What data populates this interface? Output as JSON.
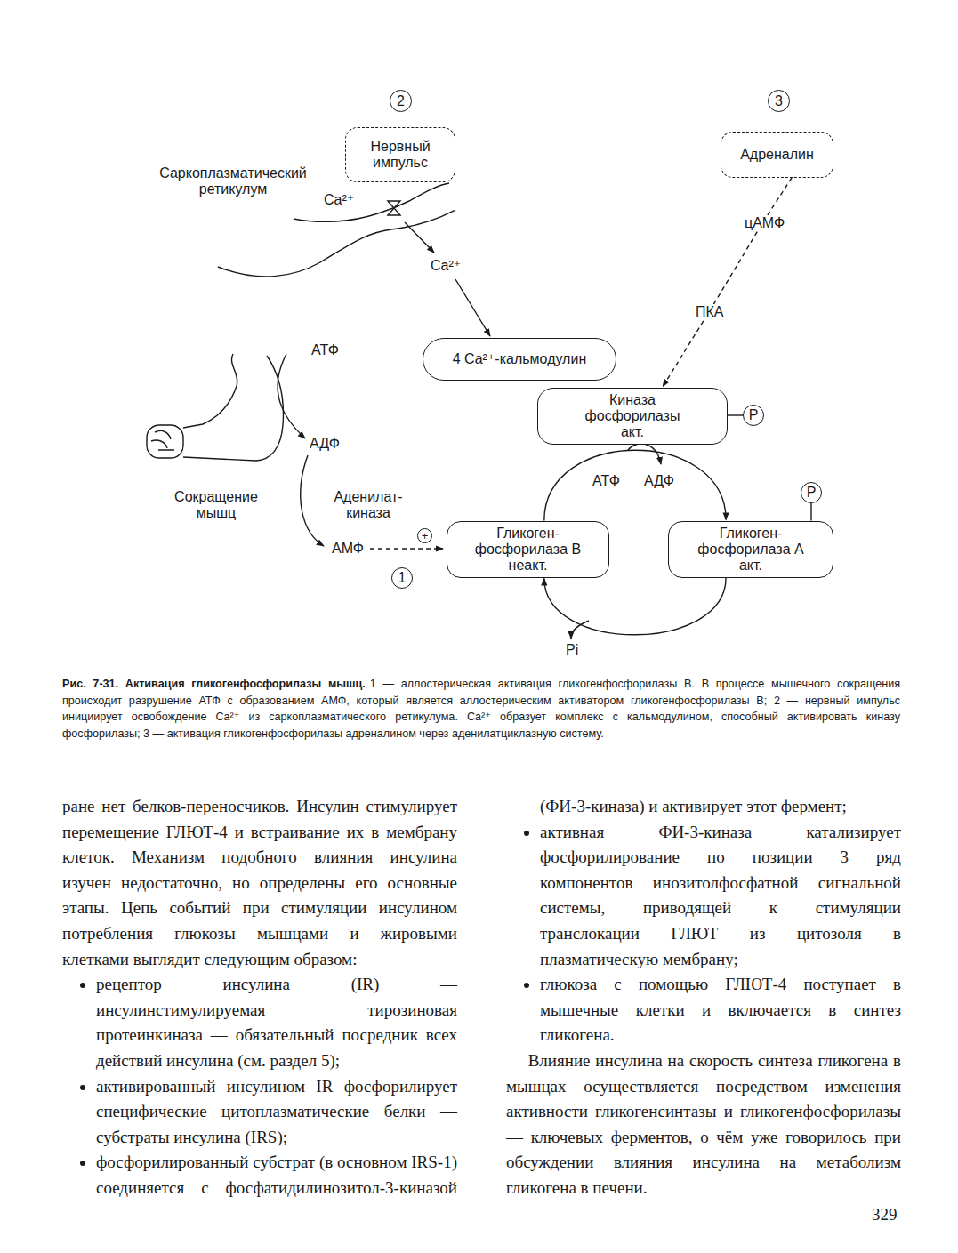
{
  "diagram": {
    "title": "Рис. 7-31. Активация гликогенфосфорилазы мышц.",
    "caption": "1 — аллостерическая активация гликогенфосфорилазы В. В процессе мышечного сокращения происходит разрушение АТФ с образованием АМФ, который является аллостерическим активатором гликогенфосфорилазы В; 2 — нервный импульс инициирует освобождение Ca²⁺ из саркоплазматического ретикулума. Ca²⁺ образует комплекс с кальмодулином, способный активировать киназу фосфорилазы; 3 — активация гликогенфосфорилазы адреналином через аденилатциклазную систему.",
    "nodes": [
      {
        "text": [
          "2"
        ]
      },
      {
        "text": [
          "3"
        ]
      },
      {
        "text": [
          "Нервный импульс"
        ]
      },
      {
        "text": [
          "Адреналин"
        ]
      },
      {
        "text": [
          "4 Ca²⁺-кальмодулин"
        ]
      },
      {
        "text": [
          "Киназа фосфорилазы акт."
        ]
      },
      {
        "text": [
          "P"
        ]
      },
      {
        "text": [
          "P"
        ]
      },
      {
        "text": [
          "+"
        ]
      },
      {
        "text": [
          "Гликоген-фосфорилаза В неакт."
        ]
      },
      {
        "text": [
          "Гликоген-фосфорилаза А акт."
        ]
      },
      {
        "text": [
          "1"
        ]
      }
    ],
    "edges": [
      {
        "from": 3,
        "to": 5,
        "arrow": "to"
      },
      {
        "from": 9,
        "to": 10,
        "arrow": "to"
      },
      {
        "from": 10,
        "to": 9,
        "arrow": "to"
      },
      {
        "from": 5,
        "to": 6,
        "arrow": "none"
      },
      {
        "from": 10,
        "to": 7,
        "arrow": "none"
      }
    ],
    "labels": [
      "Саркоплазматический ретикулум",
      "Ca²⁺",
      "Ca²⁺",
      "цАМФ",
      "ПКА",
      "АТФ",
      "АДФ",
      "Сокращение мышц",
      "Аденилат-киназа",
      "АМФ",
      "АТФ",
      "АДФ",
      "Pi",
      "ране нет белков-переносчиков. Инсулин стимулирует перемещение ГЛЮТ-4 и встраивание их в мембрану клеток. Механизм подобного влияния инсулина изучен недостаточно, но определены его основные этапы. Цепь событий при стимуляции инсулином потребления глюкозы мышцами и жировыми клетками выглядит следующим образом:",
      "рецептор инсулина (IR) — инсулинстимулируемая тирозиновая протеинкиназа — обязательный посредник всех действий инсулина (см. раздел 5);",
      "активированный инсулином IR фосфорилирует специфические цитоплазматические белки — субстраты инсулина (IRS);",
      "фосфорилированный субстрат (в основном IRS-1) соединяется с фосфатидилинозитол-3-киназой (ФИ-3-киназа) и активирует этот фермент;",
      "активная ФИ-3-киназа катализирует фосфорилирование по позиции 3 ряд компонентов инозитолфосфатной сигнальной системы, приводящей к стимуляции транслокации ГЛЮТ из цитозоля в плазматическую мембрану;",
      "глюкоза с помощью ГЛЮТ-4 поступает в мышечные клетки и включается в синтез гликогена.",
      "Влияние инсулина на скорость синтеза гликогена в мышцах осуществляется посредством изменения активности гликогенсинтазы и гликогенфосфорилазы — ключевых ферментов, о чём уже говорилось при обсуждении влияния инсулина на метаболизм гликогена в печени.",
      "329"
    ]
  }
}
